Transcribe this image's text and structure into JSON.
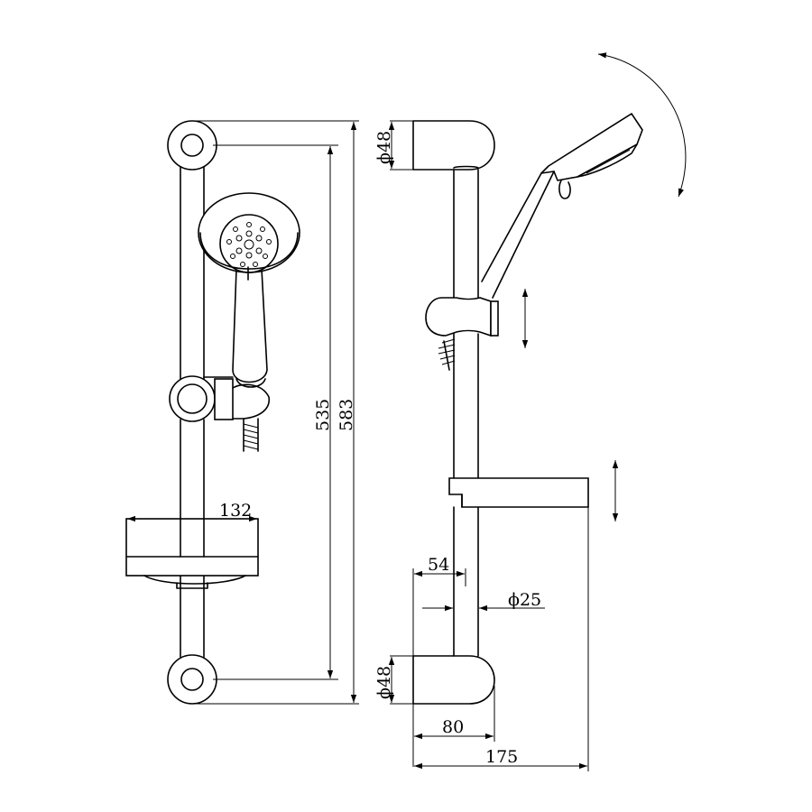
{
  "dimensions": {
    "height_inner": "535",
    "height_outer": "583",
    "soap_dish_width": "132",
    "bracket_top_dia": "ϕ48",
    "bracket_bottom_dia": "ϕ48",
    "wall_offset": "54",
    "rail_dia": "ϕ25",
    "bracket_depth": "80",
    "total_depth": "175"
  }
}
